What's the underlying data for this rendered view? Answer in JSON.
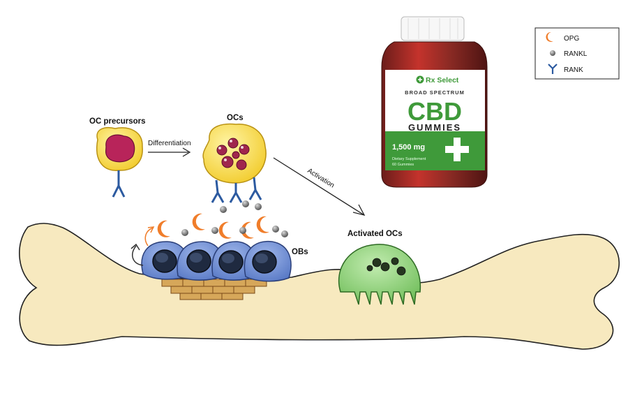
{
  "labels": {
    "oc_precursors": "OC precursors",
    "differentiation": "Differentiation",
    "ocs": "OCs",
    "activation": "Activation",
    "activated_ocs": "Activated OCs",
    "obs": "OBs"
  },
  "legend": {
    "items": [
      {
        "label": "OPG",
        "icon": "crescent-icon",
        "color": "#f07d2a"
      },
      {
        "label": "RANKL",
        "icon": "sphere-icon",
        "color": "#7a7a7a"
      },
      {
        "label": "RANK",
        "icon": "receptor-icon",
        "color": "#2c5aa0"
      }
    ]
  },
  "product": {
    "brand": "Rx Select",
    "line": "BROAD SPECTRUM",
    "title": "CBD",
    "subtitle": "GUMMIES",
    "dose": "1,500 mg",
    "note1": "Dietary Supplement",
    "note2": "60 Gummies"
  },
  "colors": {
    "bone": "#f7e9bf",
    "ob_cell": "#6f8fd0",
    "oc_cell": "#f5d84a",
    "activated_oc": "#8fd17a",
    "opg": "#f07d2a",
    "brand_green": "#3f9a3a"
  }
}
